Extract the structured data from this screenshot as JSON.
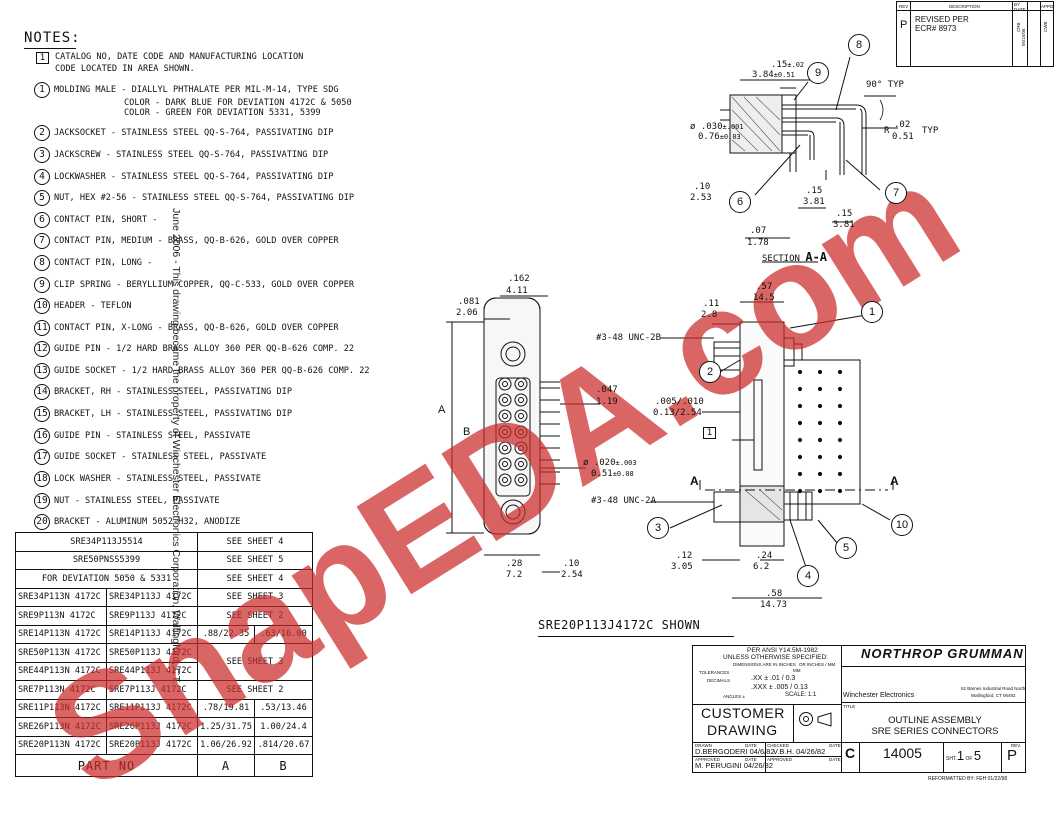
{
  "notes": {
    "title": "NOTES:",
    "items": [
      {
        "mark": "1",
        "shape": "square",
        "lines": [
          "CATALOG NO, DATE CODE AND MANUFACTURING LOCATION",
          "CODE LOCATED IN AREA SHOWN."
        ]
      },
      {
        "mark": "1",
        "shape": "circle",
        "lines": [
          "MOLDING MALE - DIALLYL PHTHALATE PER MIL-M-14, TYPE SDG",
          "COLOR - DARK BLUE FOR DEVIATION 4172C & 5050",
          "COLOR - GREEN FOR DEVIATION 5331, 5399"
        ]
      },
      {
        "mark": "2",
        "shape": "circle",
        "lines": [
          "JACKSOCKET - STAINLESS STEEL QQ-S-764,  PASSIVATING DIP"
        ]
      },
      {
        "mark": "3",
        "shape": "circle",
        "lines": [
          "JACKSCREW - STAINLESS STEEL QQ-S-764,  PASSIVATING DIP"
        ]
      },
      {
        "mark": "4",
        "shape": "circle",
        "lines": [
          "LOCKWASHER - STAINLESS STEEL QQ-S-764,  PASSIVATING DIP"
        ]
      },
      {
        "mark": "5",
        "shape": "circle",
        "lines": [
          "NUT, HEX #2-56 - STAINLESS STEEL QQ-S-764,  PASSIVATING DIP"
        ]
      },
      {
        "mark": "6",
        "shape": "circle",
        "lines": [
          "CONTACT PIN, SHORT -"
        ]
      },
      {
        "mark": "7",
        "shape": "circle",
        "lines": [
          "CONTACT PIN, MEDIUM -  BRASS, QQ-B-626,  GOLD OVER COPPER"
        ]
      },
      {
        "mark": "8",
        "shape": "circle",
        "lines": [
          "CONTACT PIN, LONG -"
        ]
      },
      {
        "mark": "9",
        "shape": "circle",
        "lines": [
          "CLIP SPRING - BERYLLIUM COPPER, QQ-C-533,  GOLD OVER COPPER"
        ]
      },
      {
        "mark": "10",
        "shape": "circle",
        "lines": [
          "HEADER - TEFLON"
        ]
      },
      {
        "mark": "11",
        "shape": "circle",
        "lines": [
          "CONTACT PIN, X-LONG - BRASS, QQ-B-626,  GOLD OVER COPPER"
        ]
      },
      {
        "mark": "12",
        "shape": "circle",
        "lines": [
          "GUIDE PIN - 1/2 HARD BRASS ALLOY 360 PER QQ-B-626 COMP. 22"
        ]
      },
      {
        "mark": "13",
        "shape": "circle",
        "lines": [
          "GUIDE SOCKET - 1/2 HARD BRASS ALLOY 360 PER QQ-B-626 COMP. 22"
        ]
      },
      {
        "mark": "14",
        "shape": "circle",
        "lines": [
          "BRACKET, RH - STAINLESS STEEL, PASSIVATING DIP"
        ]
      },
      {
        "mark": "15",
        "shape": "circle",
        "lines": [
          "BRACKET, LH - STAINLESS STEEL, PASSIVATING DIP"
        ]
      },
      {
        "mark": "16",
        "shape": "circle",
        "lines": [
          "GUIDE PIN - STAINLESS STEEL, PASSIVATE"
        ]
      },
      {
        "mark": "17",
        "shape": "circle",
        "lines": [
          "GUIDE SOCKET - STAINLESS STEEL, PASSIVATE"
        ]
      },
      {
        "mark": "18",
        "shape": "circle",
        "lines": [
          "LOCK WASHER - STAINLESS STEEL, PASSIVATE"
        ]
      },
      {
        "mark": "19",
        "shape": "circle",
        "lines": [
          "NUT - STAINLESS STEEL, PASSIVATE"
        ]
      },
      {
        "mark": "20",
        "shape": "circle",
        "lines": [
          "BRACKET - ALUMINUM 5052-H32, ANODIZE"
        ]
      }
    ]
  },
  "side_note": "June 2006 - This drawing became the property of Winchester Electronics Corporation, Wallingford, CT.",
  "parts_table": {
    "rows": [
      {
        "cells": [
          {
            "text": "SRE34P113J5514",
            "span": 2
          },
          {
            "text": "SEE SHEET 4",
            "span": 2
          }
        ]
      },
      {
        "cells": [
          {
            "text": "SRE50PNSS5399",
            "span": 2
          },
          {
            "text": "SEE SHEET 5",
            "span": 2
          }
        ]
      },
      {
        "cells": [
          {
            "text": "FOR DEVIATION 5050 & 5331",
            "span": 2
          },
          {
            "text": "SEE SHEET 4",
            "span": 2
          }
        ]
      },
      {
        "cells": [
          {
            "text": "SRE34P113N 4172C"
          },
          {
            "text": "SRE34P113J 4172C"
          },
          {
            "text": "SEE SHEET 3",
            "span": 2
          }
        ]
      },
      {
        "cells": [
          {
            "text": "SRE9P113N 4172C"
          },
          {
            "text": "SRE9P113J 4172C"
          },
          {
            "text": "SEE SHEET 2",
            "span": 2
          }
        ]
      },
      {
        "cells": [
          {
            "text": "SRE14P113N 4172C"
          },
          {
            "text": "SRE14P113J 4172C"
          },
          {
            "text": ".88/22.35"
          },
          {
            "text": ".63/16.00"
          }
        ]
      },
      {
        "cells": [
          {
            "text": "SRE50P113N 4172C"
          },
          {
            "text": "SRE50P113J 4172C"
          },
          {
            "text": "SEE SHEET 3",
            "span": 2,
            "rowspan": 2
          }
        ]
      },
      {
        "cells": [
          {
            "text": "SRE44P113N 4172C"
          },
          {
            "text": "SRE44P113J 4172C"
          }
        ]
      },
      {
        "cells": [
          {
            "text": "SRE7P113N 4172C"
          },
          {
            "text": "SRE7P113J 4172C"
          },
          {
            "text": "SEE SHEET 2",
            "span": 2
          }
        ]
      },
      {
        "cells": [
          {
            "text": "SRE11P113N 4172C"
          },
          {
            "text": "SRE11P113J 4172C"
          },
          {
            "text": ".78/19.81"
          },
          {
            "text": ".53/13.46"
          }
        ]
      },
      {
        "cells": [
          {
            "text": "SRE26P113N 4172C"
          },
          {
            "text": "SRE26P113J 4172C"
          },
          {
            "text": "1.25/31.75"
          },
          {
            "text": "1.00/24.4"
          }
        ]
      },
      {
        "cells": [
          {
            "text": "SRE20P113N 4172C"
          },
          {
            "text": "SRE20P113J 4172C"
          },
          {
            "text": "1.06/26.92"
          },
          {
            "text": ".814/20.67"
          }
        ]
      }
    ],
    "header": {
      "part": "PART NO",
      "a": "A",
      "b": "B"
    }
  },
  "revision": {
    "headers": {
      "rev": "REV",
      "description": "DESCRIPTION",
      "by_date": "BY DATE",
      "appd": "APPD"
    },
    "rev": "P",
    "description_1": "REVISED PER",
    "description_2": "ECR# 8973",
    "by": "CRB",
    "date": "05/15/06",
    "appd": "CWB"
  },
  "section": {
    "label": "SECTION",
    "letters": "A-A"
  },
  "dims": {
    "d_15": ".15",
    "d_15_tol": "±.02",
    "d_384": "3.84",
    "d_384_tol": "±0.51",
    "angle": "90°  TYP",
    "phi_030": "ø .030",
    "phi_030_tol": "±.001",
    "d_076": "0.76",
    "d_076_tol": "±0.03",
    "r_label": "R",
    "r_02": ".02",
    "r_051": "0.51",
    "r_typ": "TYP",
    "d_10": ".10",
    "d_253": "2.53",
    "d_15b": ".15",
    "d_381": "3.81",
    "d_15c": ".15",
    "d_381b": "3.81",
    "d_07": ".07",
    "d_178": "1.78",
    "d_162": ".162",
    "d_411": "4.11",
    "d_081": ".081",
    "d_206": "2.06",
    "d_047": ".047",
    "d_119": "1.19",
    "phi_020": "ø .020",
    "phi_020_tol": "±.003",
    "d_051": "0.51",
    "d_051_tol": "±0.08",
    "a_label": "A",
    "b_label": "B",
    "d_28": ".28",
    "d_72": "7.2",
    "d_10b": ".10",
    "d_254": "2.54",
    "d_57": ".57",
    "d_145": "14.5",
    "d_11": ".11",
    "d_28b": "2.8",
    "thread_1": "#3-48 UNC-2B",
    "d_005": ".005/.010",
    "d_013": "0.13/2.54",
    "thread_2": "#3-48 UNC-2A",
    "d_12": ".12",
    "d_305": "3.05",
    "d_24": ".24",
    "d_62": "6.2",
    "d_58": ".58",
    "d_1473": "14.73",
    "sec_a_left": "A",
    "sec_a_right": "A",
    "flag_1": "1"
  },
  "balloons": [
    "1",
    "2",
    "3",
    "4",
    "5",
    "6",
    "7",
    "8",
    "9",
    "10"
  ],
  "shown_caption": "SRE20P113J4172C  SHOWN",
  "title_block": {
    "std": "PER ANSI Y14.5M-1982",
    "unless": "UNLESS OTHERWISE SPECIFIED:",
    "dims_in": "DIMENSIONS ARE IN INCHES",
    "or": "OR INCHES / MM",
    "tol": "TOLERANCES",
    "mm": "MM",
    "decimals": "DECIMALS",
    "xx": ".XX  ± .01  /  0.3",
    "xxx": ".XXX ± .005 / 0.13",
    "angles": "ANGLES ±",
    "scale": "SCALE: 1:1",
    "customer": "CUSTOMER",
    "drawing": "DRAWING",
    "drawn_hdr": "DRAWN",
    "date_hdr": "DATE",
    "checked_hdr": "CHECKED",
    "drawn": "D.BERGODERI 04/6/82",
    "checked": "V.B.H.  04/26/82",
    "approved_hdr": "APPROVED",
    "approved": "M. PERUGINI 04/26/82",
    "company": "NORTHROP GRUMMAN",
    "winchester": "Winchester Electronics",
    "addr_1": "62 Barnes Industrial Road North",
    "addr_2": "Wallingford, CT 06492",
    "title_hdr": "TITLE",
    "title_1": "OUTLINE ASSEMBLY",
    "title_2": "SRE SERIES CONNECTORS",
    "size": "C",
    "dwg_no": "14005",
    "sht_label": "SHT.",
    "sheet": "1",
    "of": "OF",
    "sheets": "5",
    "rev_hdr": "REV.",
    "rev": "P",
    "reformatted": "REFORMATTED BY: FEH 01/22/98"
  },
  "colors": {
    "ink": "#111111",
    "watermark": "#cc2a2a"
  }
}
